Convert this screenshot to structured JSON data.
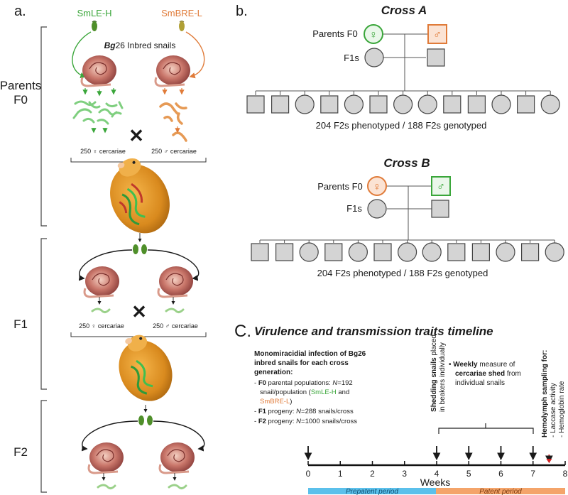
{
  "panel_a": {
    "label": "a.",
    "strain_left": "SmLE-H",
    "strain_right": "SmBRE-L",
    "snails_label_italic": "Bg",
    "snails_label_rest": "26 Inbred snails",
    "gen_f0": [
      "Parents",
      "F0"
    ],
    "gen_f1": "F1",
    "gen_f2": "F2",
    "cercariae_f0_left": "250 ♀ cercariae",
    "cercariae_f0_right": "250 ♂ cercariae",
    "cercariae_f1_left": "250 ♀ cercariae",
    "cercariae_f1_right": "250 ♂ cercariae",
    "cross_symbol": "✕"
  },
  "panel_b": {
    "label": "b.",
    "cross_a": {
      "title": "Cross A",
      "parents_label": "Parents F0",
      "f1_label": "F1s",
      "female_symbol": "♀",
      "male_symbol": "♂",
      "caption": "204 F2s phenotyped / 188 F2s genotyped"
    },
    "cross_b": {
      "title": "Cross B",
      "parents_label": "Parents F0",
      "f1_label": "F1s",
      "female_symbol": "♀",
      "male_symbol": "♂",
      "caption": "204 F2s phenotyped / 188 F2s genotyped"
    },
    "f2_pattern": [
      "square",
      "square",
      "circle",
      "square",
      "circle",
      "square",
      "circle",
      "circle",
      "square",
      "square",
      "circle",
      "square",
      "circle"
    ]
  },
  "panel_c": {
    "label": "C.",
    "title": "Virulence and transmission traits timeline",
    "infection_heading": "Monomiracidial infection of Bg26 inbred snails for each cross generation:",
    "infection_heading_lines": [
      "Monomiracidial infection of Bg26",
      "inbred snails for each cross",
      "generation:"
    ],
    "f0_line1_bold": "F0",
    "f0_line1_rest": " parental populations: ",
    "f0_line1_n": "N",
    "f0_line1_val": "=192",
    "f0_line2_a": "snail/population (",
    "f0_strain_h": "SmLE-H",
    "f0_line2_b": " and",
    "f0_strain_l": "SmBRE-L",
    "f0_line3_b": ")",
    "f1_bold": "F1",
    "f1_rest": " progeny: ",
    "f1_n": "N",
    "f1_val": "=288 snails/cross",
    "f2_bold": "F2",
    "f2_rest": " progeny: ",
    "f2_n": "N",
    "f2_val": "=1000 snails/cross",
    "shedding_line1_bold": "Shedding snails",
    "shedding_line1_rest": " placed",
    "shedding_line2": "in beakers individually",
    "weekly_bold": "Weekly",
    "weekly_rest": " measure of",
    "weekly_line2_bold": "cercariae shed",
    "weekly_line2_rest": " from",
    "weekly_line3": "individual snails",
    "hemolymph_heading": "Hemolymph sampling for:",
    "hemolymph_items": [
      "- Laccase activity",
      "- Hemoglobin rate"
    ],
    "week_ticks": [
      "0",
      "1",
      "2",
      "3",
      "4",
      "5",
      "6",
      "7",
      "8"
    ],
    "axis_label": "Weeks",
    "prepatent_label": "Prepatent period",
    "patent_label": "Patent period",
    "colors": {
      "green": "#3aa63a",
      "orange": "#e07b39",
      "prepatent": "#5bc0eb",
      "patent": "#f4a46a",
      "red_arrow": "#d42020"
    }
  }
}
